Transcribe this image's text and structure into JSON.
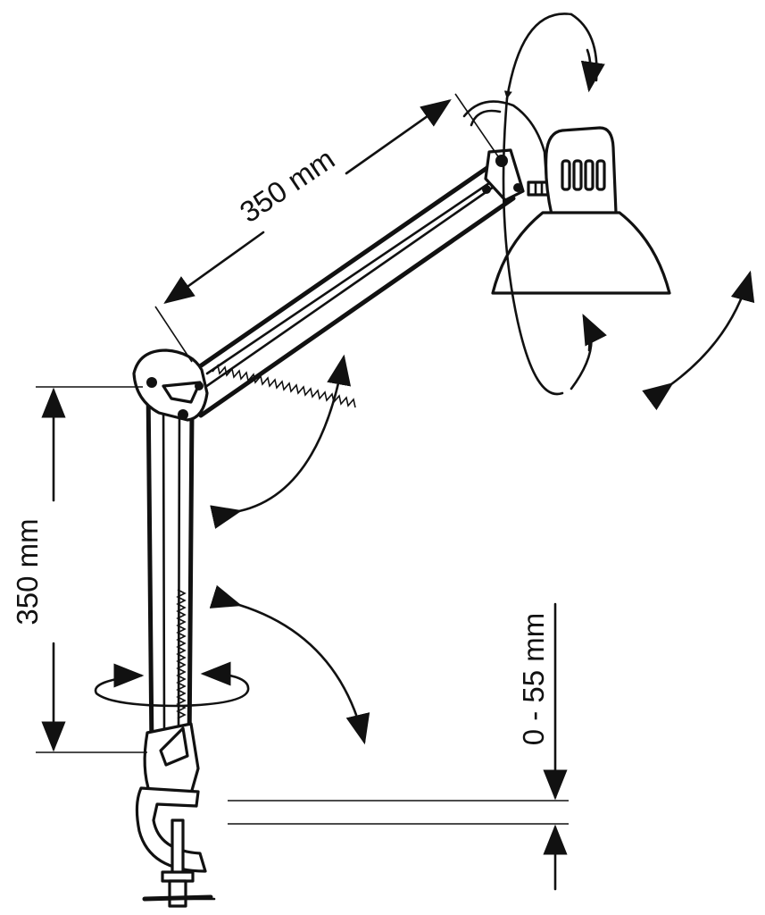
{
  "diagram": {
    "arm_length_label": "350 mm",
    "column_height_label": "350 mm",
    "clamp_range_label": "0 - 55 mm"
  },
  "colors": {
    "stroke": "#111111",
    "background": "#ffffff"
  }
}
